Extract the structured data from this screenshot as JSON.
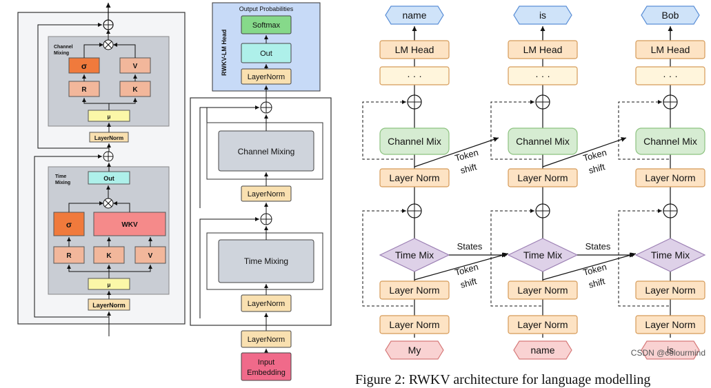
{
  "left": {
    "channel_title": "Channel\nMixing",
    "time_title": "Time\nMixing",
    "sigma": "σ",
    "r": "R",
    "k": "K",
    "v": "V",
    "mu": "μ",
    "layernorm": "LayerNorm",
    "out": "Out",
    "wkv": "WKV"
  },
  "middle": {
    "head_label": "RWKV-LM Head",
    "output_probabilities": "Output Probabilities",
    "softmax": "Softmax",
    "out": "Out",
    "layernorm": "LayerNorm",
    "channel_mixing": "Channel Mixing",
    "time_mixing": "Time Mixing",
    "input_embedding_line1": "Input",
    "input_embedding_line2": "Embedding"
  },
  "right": {
    "columns": [
      {
        "output": "name",
        "input": "My"
      },
      {
        "output": "is",
        "input": "name"
      },
      {
        "output": "Bob",
        "input": "is"
      }
    ],
    "lm_head": "LM Head",
    "ellipsis": "· · ·",
    "channel_mix": "Channel Mix",
    "layer_norm": "Layer Norm",
    "time_mix": "Time Mix",
    "token_shift_1": "Token",
    "token_shift_2": "shift",
    "states": "States"
  },
  "caption": "Figure 2: RWKV architecture for language modelling",
  "watermark": "CSDN @colourmind"
}
